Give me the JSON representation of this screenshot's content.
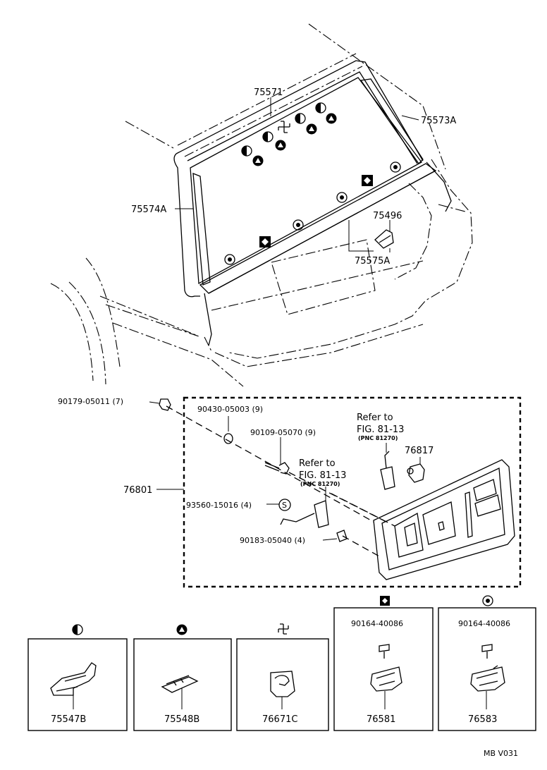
{
  "diagram": {
    "top_labels": {
      "p75571": "75571",
      "p75573a": "75573A",
      "p75574a": "75574A",
      "p75496": "75496",
      "p75575a": "75575A"
    },
    "assembly_labels": {
      "p90179": "90179-05011 (7)",
      "p90430": "90430-05003 (9)",
      "p90109": "90109-05070 (9)",
      "p76801": "76801",
      "p93560": "93560-15016 (4)",
      "p90183": "90183-05040 (4)",
      "p76817": "76817",
      "refer1_line1": "Refer to",
      "refer1_line2": "FIG. 81-13",
      "refer1_line3": "(PNC 81270)",
      "refer2_line1": "Refer to",
      "refer2_line2": "FIG. 81-13",
      "refer2_line3": "(PNC 81270)",
      "s_marker": "S"
    },
    "clip_boxes": [
      {
        "symbol": "half-circle",
        "part": "75547B"
      },
      {
        "symbol": "triangle",
        "part": "75548B"
      },
      {
        "symbol": "pinwheel",
        "part": "76671C"
      },
      {
        "symbol": "diamond",
        "screw": "90164-40086",
        "part": "76581"
      },
      {
        "symbol": "circle-dot",
        "screw": "90164-40086",
        "part": "76583"
      }
    ],
    "footer_code": "MB  V031"
  }
}
